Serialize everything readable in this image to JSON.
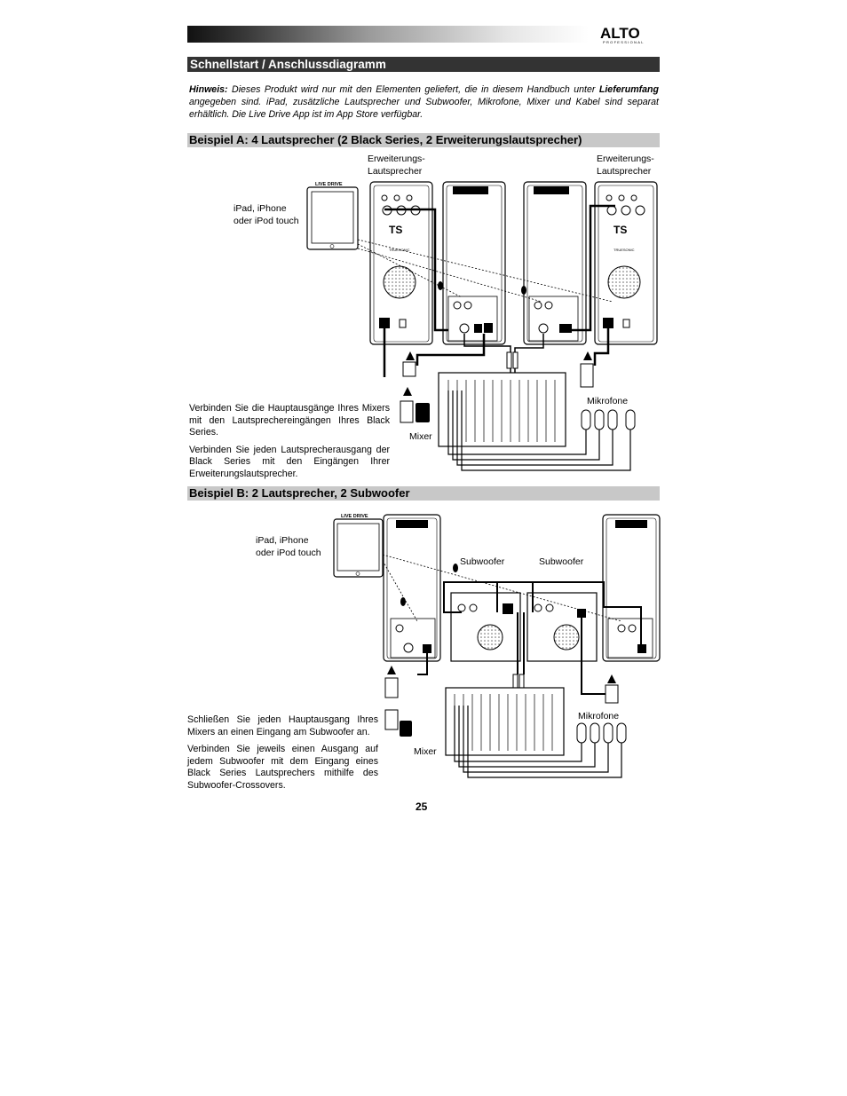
{
  "header": {
    "brand": "ALTO",
    "brand_sub": "PROFESSIONAL"
  },
  "title": "Schnellstart / Anschlussdiagramm",
  "note": {
    "label": "Hinweis:",
    "text_1": " Dieses Produkt wird nur mit den Elementen geliefert, die in diesem Handbuch unter ",
    "bold": "Lieferumfang",
    "text_2": " angegeben sind. iPad, zusätzliche Lautsprecher und Subwoofer, Mikrofone, Mixer und Kabel sind separat erhältlich. Die Live Drive App ist im App Store verfügbar."
  },
  "example_a": {
    "heading": "Beispiel A: 4 Lautsprecher (2 Black Series, 2 Erweiterungslautsprecher)",
    "label_ext_left": "Erweiterungs-\nLautsprecher",
    "label_ext_right": "Erweiterungs-\nLautsprecher",
    "label_ipad": "iPad, iPhone\noder iPod touch",
    "label_mixer": "Mixer",
    "label_mics": "Mikrofone",
    "device_label": "LIVE DRIVE",
    "speaker_model": "TS",
    "speaker_sub": "TRUESONIC",
    "para_1": "Verbinden Sie die Hauptausgänge Ihres Mixers mit den Lautsprechereingängen Ihres Black Series.",
    "para_2": "Verbinden Sie jeden Lautsprecherausgang der Black Series mit den Eingängen Ihrer Erweiterungslautsprecher."
  },
  "example_b": {
    "heading": "Beispiel B: 2 Lautsprecher, 2 Subwoofer",
    "label_ipad": "iPad, iPhone\noder iPod touch",
    "label_sub_left": "Subwoofer",
    "label_sub_right": "Subwoofer",
    "label_mixer": "Mixer",
    "label_mics": "Mikrofone",
    "device_label": "LIVE DRIVE",
    "para_1": "Schließen Sie jeden Hauptausgang Ihres Mixers an einen Eingang am Subwoofer an.",
    "para_2": "Verbinden Sie jeweils einen Ausgang auf jedem Subwoofer mit dem Eingang eines Black Series Lautsprechers mithilfe des Subwoofer-Crossovers."
  },
  "page_number": "25"
}
